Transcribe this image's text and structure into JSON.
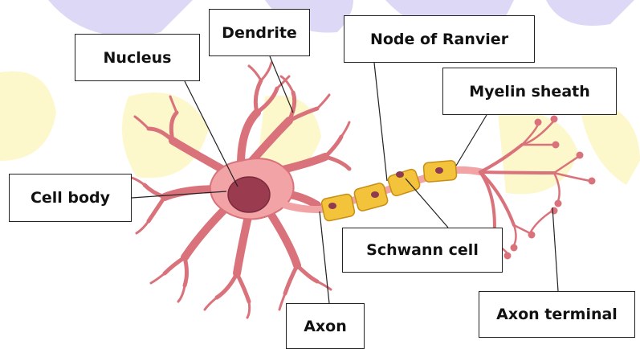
{
  "labels": {
    "nucleus": "Nucleus",
    "dendrite": "Dendrite",
    "node_of_ranvier": "Node of Ranvier",
    "myelin_sheath": "Myelin sheath",
    "cell_body": "Cell body",
    "schwann_cell": "Schwann cell",
    "axon": "Axon",
    "axon_terminal": "Axon terminal"
  },
  "colors": {
    "neuron_fill": "#f2a3a6",
    "neuron_stroke": "#d9727a",
    "nucleus_fill": "#9b3b4f",
    "myelin_fill": "#f3c33c",
    "myelin_stroke": "#c88e16",
    "schwann_nucleus": "#8e3b52",
    "watermark_blue": "#ddd8f5",
    "watermark_yellow": "#fdf7cc"
  }
}
